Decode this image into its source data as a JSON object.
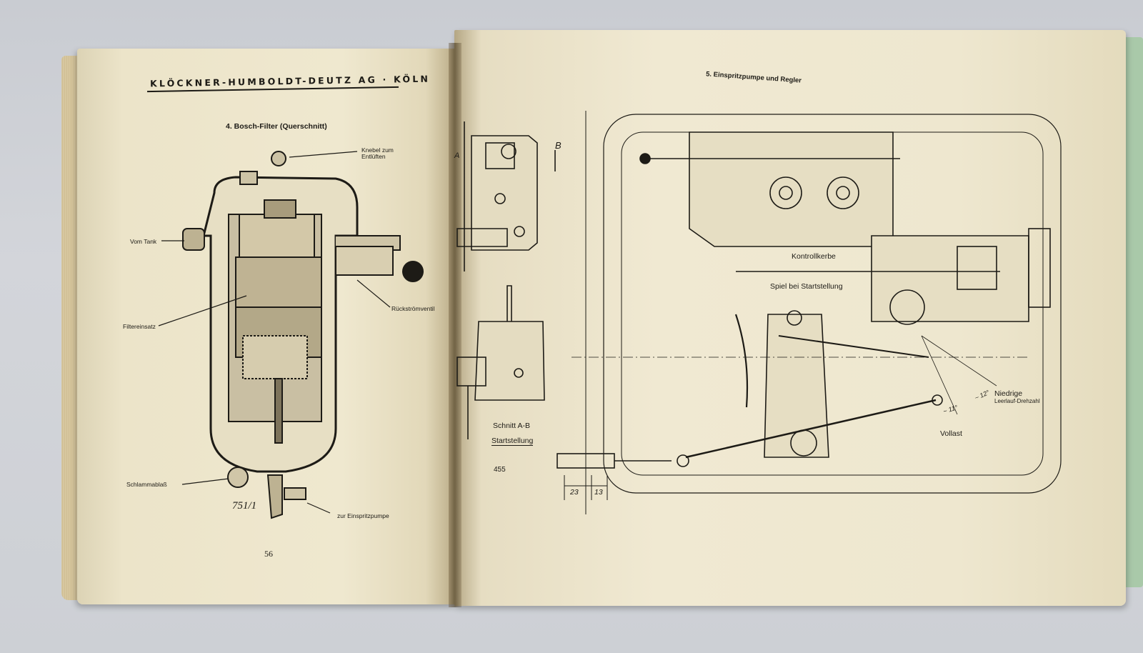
{
  "left_page": {
    "header": "KLÖCKNER-HUMBOLDT-DEUTZ AG · KÖLN",
    "figure_title": "4. Bosch-Filter (Querschnitt)",
    "labels": {
      "knebel": "Knebel zum",
      "entlueften": "Entlüften",
      "vom_tank": "Vom Tank",
      "rueckstroemventil": "Rückströmventil",
      "filtereinsatz": "Filtereinsatz",
      "schlammablass": "Schlammablaß",
      "zur_einspritzpumpe": "zur Einspritzpumpe",
      "drawing_number": "751/1"
    },
    "page_number": "56"
  },
  "right_page": {
    "figure_title": "5. Einspritzpumpe und Regler",
    "labels": {
      "section_b": "B",
      "section_a": "A",
      "schnitt": "Schnitt A-B",
      "startstellung": "Startstellung",
      "drawing_number": "455",
      "kontrollkerbe": "Kontrollkerbe",
      "spiel": "Spiel bei Startstellung",
      "niedrige": "Niedrige",
      "leerlauf": "Leerlauf-Drehzahl",
      "vollast": "Vollast",
      "angle_1": "~ 11°",
      "angle_2": "~ 12°",
      "dim_1": "23",
      "dim_2": "13"
    }
  },
  "colors": {
    "ink": "#1d1b16",
    "paper": "#efe8cf",
    "board": "#a9c9a9"
  }
}
